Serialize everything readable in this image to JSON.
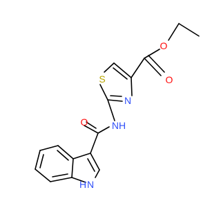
{
  "molecule": {
    "atom_labels": [
      {
        "id": "o_ether",
        "text": "O",
        "color": "#ff0d0d"
      },
      {
        "id": "o_carbonyl_ester",
        "text": "O",
        "color": "#ff0d0d"
      },
      {
        "id": "s_thiazole",
        "text": "S",
        "color": "#b8a600"
      },
      {
        "id": "n_thiazole",
        "text": "N",
        "color": "#3050f8"
      },
      {
        "id": "o_amide",
        "text": "O",
        "color": "#ff0d0d"
      },
      {
        "id": "n_amide",
        "text": "NH",
        "color": "#3050f8"
      },
      {
        "id": "n_indole",
        "text": "H",
        "color": "#3050f8"
      },
      {
        "id": "n_indole_n",
        "text": "N",
        "color": "#3050f8"
      }
    ]
  }
}
